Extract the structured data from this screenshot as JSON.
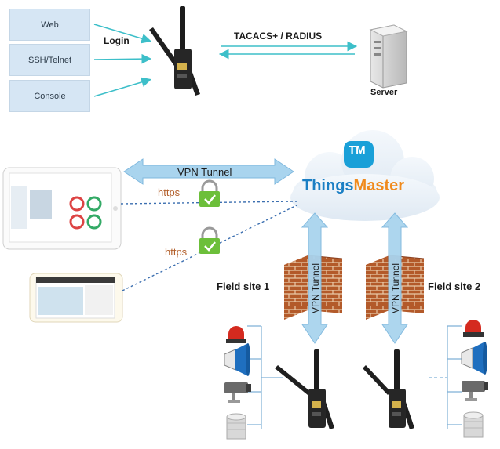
{
  "login_methods": [
    {
      "label": "Web"
    },
    {
      "label": "SSH/Telnet"
    },
    {
      "label": "Console"
    }
  ],
  "labels": {
    "login": "Login",
    "auth_protocol": "TACACS+ / RADIUS",
    "server": "Server",
    "vpn_tunnel_horizontal": "VPN Tunnel",
    "https_1": "https",
    "https_2": "https",
    "vpn_tunnel_left": "VPN Tunnel",
    "vpn_tunnel_right": "VPN Tunnel",
    "field_site_1": "Field site 1",
    "field_site_2": "Field site 2"
  },
  "brand": {
    "badge_text": "TM",
    "name_part1": "Things",
    "name_part2": "Master",
    "color_part1": "#1b7fc4",
    "color_part2": "#f08a1c"
  },
  "colors": {
    "login_box": "#d6e6f4",
    "arrow_cyan": "#3dbfc9",
    "tunnel_fill": "#a9d4ee",
    "https_text": "#b3602c",
    "lock_green": "#6cbf3a",
    "firewall_brick": "#b35a2a",
    "dashed_line": "#3c6fb0"
  }
}
